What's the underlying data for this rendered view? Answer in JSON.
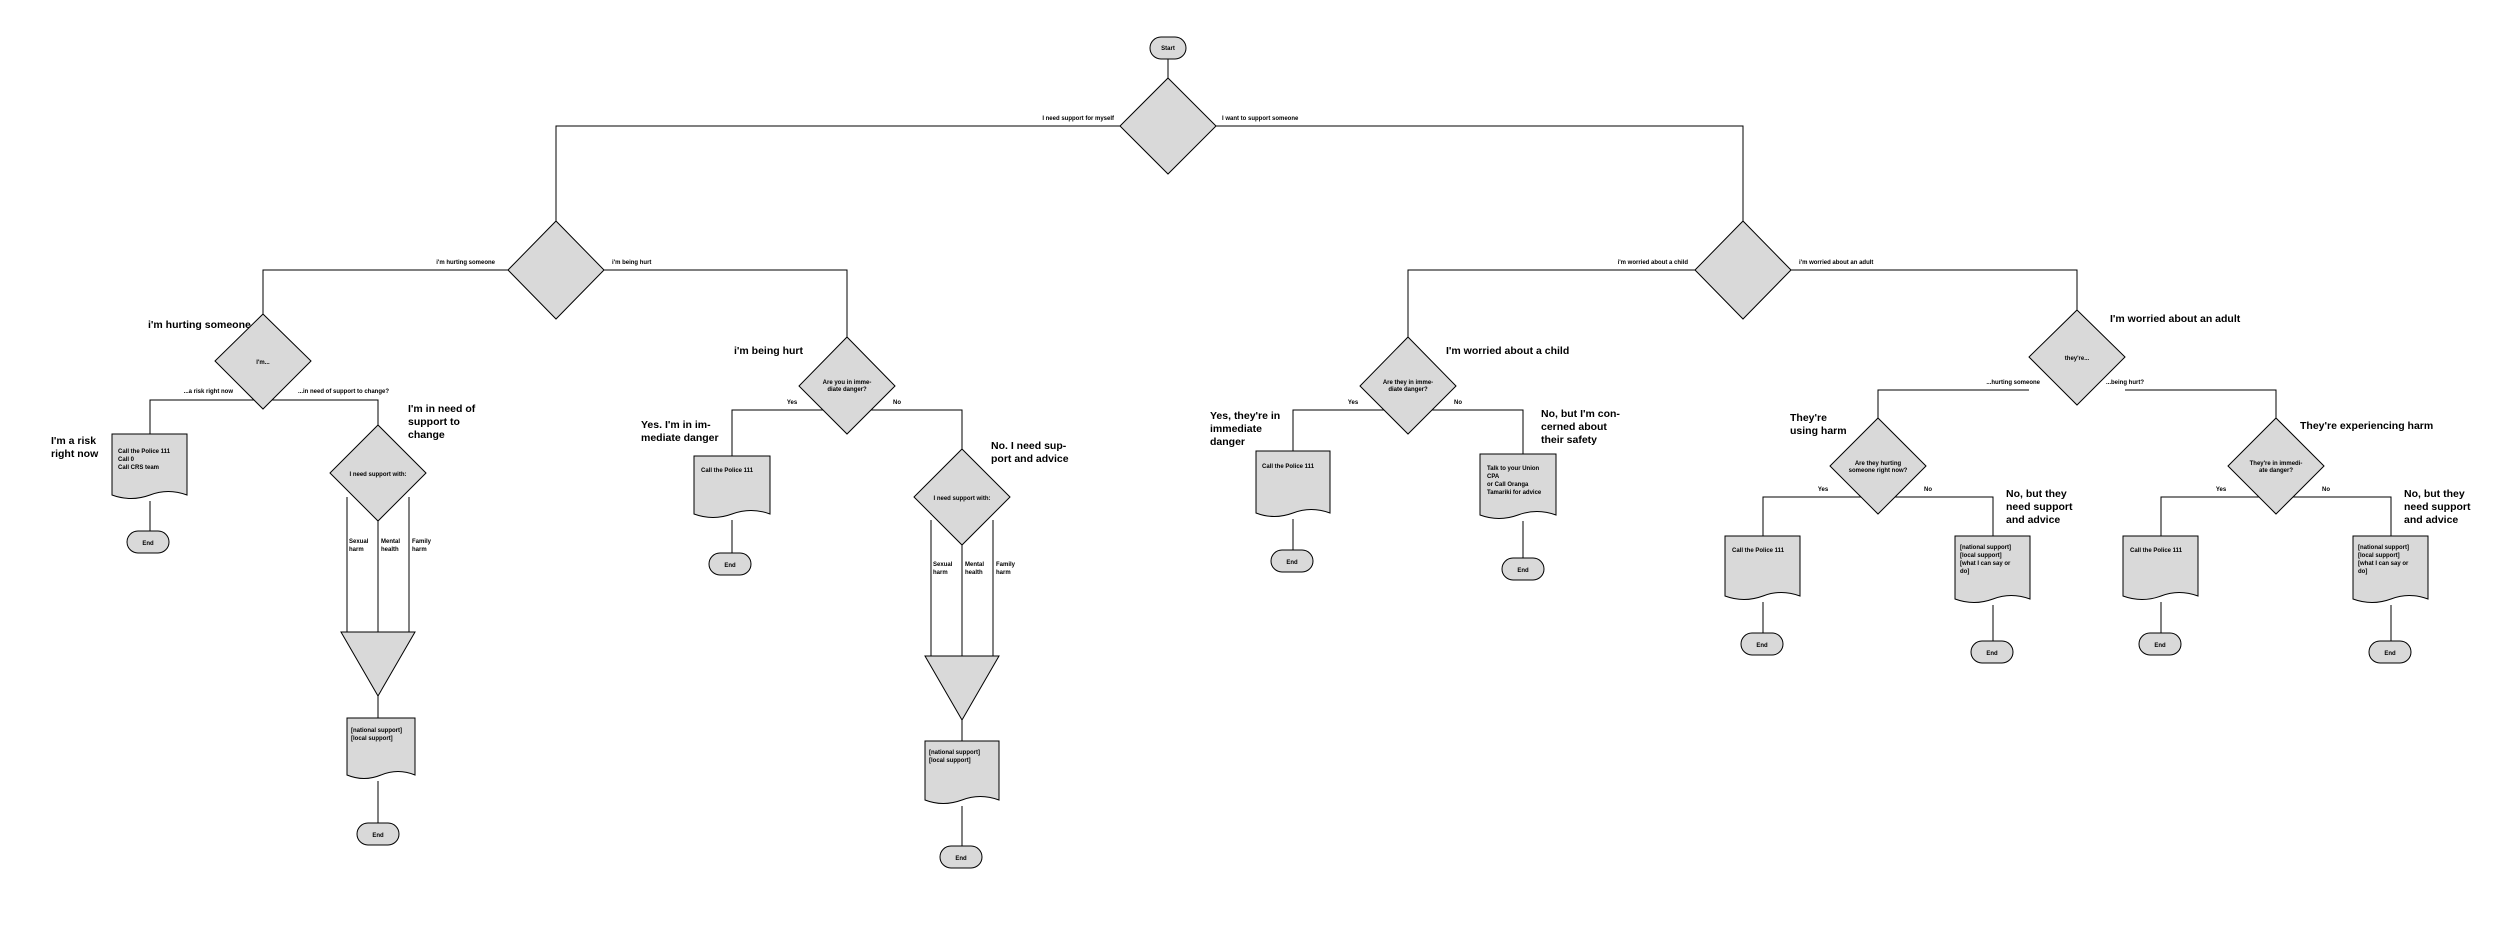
{
  "start": "Start",
  "end": "End",
  "root": {
    "left": "I need support for myself",
    "right": "I want to support someone"
  },
  "self_split": {
    "left": "i'm hurting someone",
    "right": "i'm being hurt"
  },
  "other_split": {
    "left": "i'm worried about a child",
    "right": "i'm worried about an adult"
  },
  "hurting": {
    "heading": "i'm hurting someone",
    "question": "I'm...",
    "left": "...a risk right now",
    "right": "...in need of support to change?",
    "risk_heading": [
      "I'm a risk",
      "right now"
    ],
    "risk_doc": [
      "Call the Police 111",
      "Call 0",
      "Call CRS team"
    ],
    "change_heading": [
      "I'm in need of",
      "support to",
      "change"
    ],
    "need_question": "I need support with:",
    "branches": [
      [
        "Sexual",
        "harm"
      ],
      [
        "Mental",
        "health"
      ],
      [
        "Family",
        "harm"
      ]
    ],
    "resources": [
      "[national support]",
      "[local support]"
    ]
  },
  "being_hurt": {
    "heading": "i'm being hurt",
    "question": [
      "Are you in imme-",
      "diate danger?"
    ],
    "yes": "Yes",
    "no": "No",
    "yes_heading": [
      "Yes. I'm in im-",
      "mediate danger"
    ],
    "yes_doc": "Call the Police 111",
    "no_heading": [
      "No. I need sup-",
      "port and advice"
    ],
    "need_question": "I need support with:",
    "branches": [
      [
        "Sexual",
        "harm"
      ],
      [
        "Mental",
        "health"
      ],
      [
        "Family",
        "harm"
      ]
    ],
    "resources": [
      "[national support]",
      "[local support]"
    ]
  },
  "child": {
    "heading": "I'm worried about a child",
    "question": [
      "Are they in imme-",
      "diate danger?"
    ],
    "yes": "Yes",
    "no": "No",
    "yes_heading": [
      "Yes, they're in",
      "immediate",
      "danger"
    ],
    "yes_doc": "Call the Police 111",
    "no_heading": [
      "No, but I'm con-",
      "cerned about",
      "their safety"
    ],
    "no_doc": [
      "Talk to your Union",
      "CPA",
      "or Call Oranga",
      "Tamariki for advice"
    ]
  },
  "adult": {
    "heading": "I'm worried about an adult",
    "question": "they're...",
    "left": "...hurting someone",
    "right": "...being hurt?",
    "using_heading": [
      "They're",
      "using harm"
    ],
    "using_question": [
      "Are they hurting",
      "someone right now?"
    ],
    "experiencing_heading": "They're experiencing harm",
    "experiencing_question": [
      "They're in immedi-",
      "ate danger?"
    ],
    "yes": "Yes",
    "no": "No",
    "police_doc": "Call the Police 111",
    "no_heading": [
      "No, but they",
      "need support",
      "and advice"
    ],
    "resources": [
      "[national support]",
      "[local support]",
      "[what I can say or",
      "do]"
    ]
  }
}
